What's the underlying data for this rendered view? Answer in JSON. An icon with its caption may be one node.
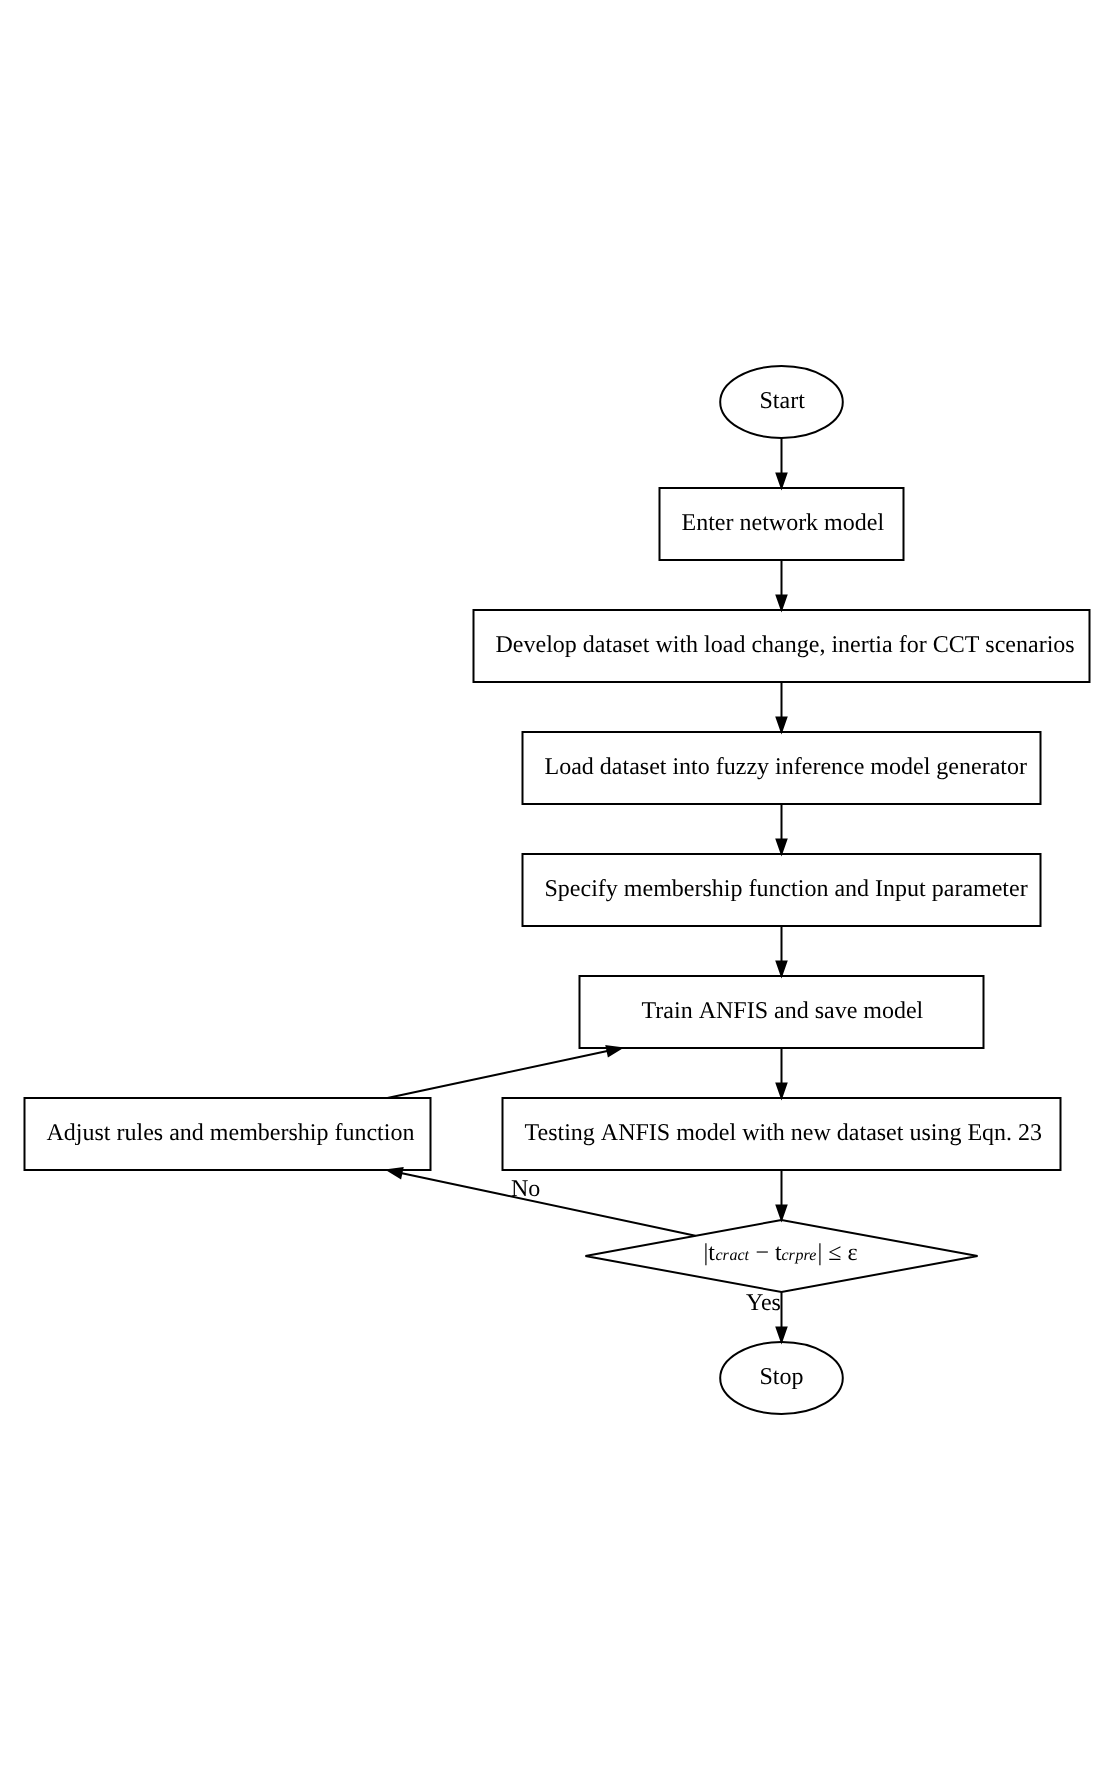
{
  "diagram": {
    "nodes": [
      {
        "text": [
          "Start"
        ]
      },
      {
        "text": [
          "Enter network model"
        ]
      },
      {
        "text": [
          "Develop dataset with load change, inertia for CCT scenarios"
        ]
      },
      {
        "text": [
          "Load dataset into fuzzy inference model generator"
        ]
      },
      {
        "text": [
          "Specify membership function and Input parameter"
        ]
      },
      {
        "text": [
          "Train ANFIS and save model"
        ]
      },
      {
        "text": [
          "Adjust rules and membership function"
        ]
      },
      {
        "text": [
          "Testing ANFIS model with new dataset using Eqn. 23"
        ]
      },
      {
        "text": [
          "|t$_{cr}$$^{act}$ − t$_{cr}$$^{pre}$| ≤ ε"
        ]
      },
      {
        "text": [
          "Stop"
        ]
      }
    ],
    "edges": [
      {
        "from": 0,
        "to": 1,
        "arrow": "to"
      },
      {
        "from": 1,
        "to": 2,
        "arrow": "to"
      },
      {
        "from": 2,
        "to": 3,
        "arrow": "to"
      },
      {
        "from": 3,
        "to": 4,
        "arrow": "to"
      },
      {
        "from": 4,
        "to": 5,
        "arrow": "to"
      },
      {
        "from": 5,
        "to": 7,
        "arrow": "to"
      },
      {
        "from": 7,
        "to": 8,
        "arrow": "to"
      },
      {
        "from": 8,
        "to": 6,
        "label": "No",
        "arrow": "to"
      },
      {
        "from": 6,
        "to": 5,
        "arrow": "to"
      },
      {
        "from": 8,
        "to": 9,
        "label": "Yes",
        "arrow": "to"
      }
    ]
  }
}
